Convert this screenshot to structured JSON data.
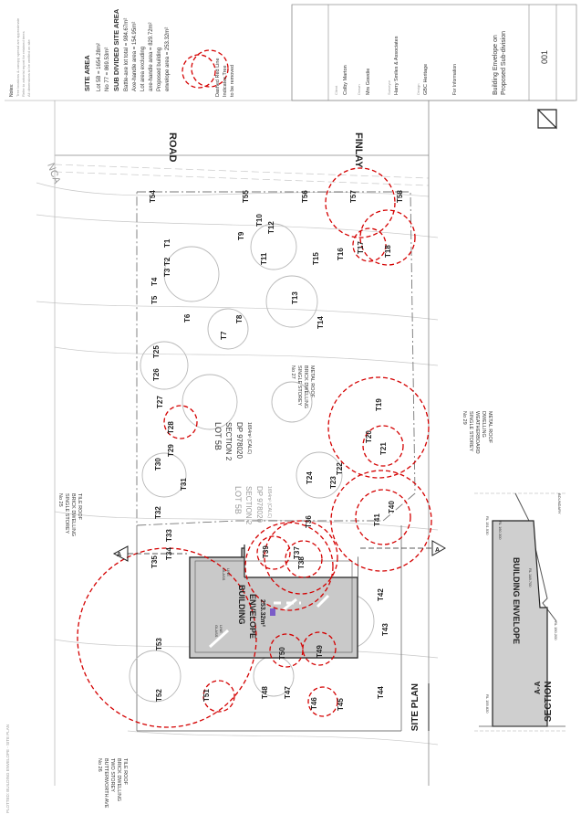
{
  "legend": {
    "notes_heading": "Notes:",
    "note_lines": [
      "Tree locations & canopy spread are approximate",
      "Refer to arborist report for retained trees",
      "All dimensions to be verified on site"
    ],
    "site_area_title": "SITE AREA",
    "lot_5b": "Lot 5B = 1654.28m²",
    "no_77": "No 77 = 869.53m²",
    "subdivided_title": "SUB DIVIDED SITE AREA",
    "battle_axe": "Battle-axe lot total = 984.67m²",
    "axe_handle": "Axe-handle area = 154.95m²",
    "lot_area_excl": "Lot area excluding",
    "axe_handle_area": "axe-handle area = 829.72m²",
    "proposed": "Proposed building",
    "envelope_area": "envelope area = 253.32m²",
    "tree_key_1": "Dashed Red Line",
    "tree_key_2": "Indicates Tree",
    "tree_key_3": "to be removed"
  },
  "title_block": {
    "client_label": "Client",
    "client": "Colby Marton",
    "drawn_label": "Drawn",
    "drawn": "Mrs Gowdie",
    "surveyor_label": "Surveyor",
    "surveyor": "Harry Smiles & Associates",
    "designer_label": "Design",
    "designer": "GBC Heritage",
    "info_label": "For Information",
    "project": "Building Envelope on",
    "project_line2": "Proposed Sub-division",
    "sheet": "001"
  },
  "roads": {
    "road": "ROAD",
    "finlay": "FINLAY",
    "side": "NCA"
  },
  "lots": {
    "lot_5b": "LOT 5B",
    "section_2": "SECTION 2",
    "dp": "DP 978020",
    "area": "1654m² (CALC)",
    "lot_5b_ghost": "LOT 5B",
    "section_2_ghost": "SECTION 2",
    "dp_ghost": "DP 978020",
    "area_ghost": "1654m² (CALC)"
  },
  "neighbours": {
    "n25_1": "No 25",
    "n25_2": "SINGLE STOREY",
    "n25_3": "BRICK DWELLING",
    "n25_4": "TILE ROOF",
    "n27_1": "No 27",
    "n27_2": "SINGLE STOREY",
    "n27_3": "BRICK DWELLING",
    "n27_4": "METAL ROOF",
    "n29_1": "No 29",
    "n29_2": "SINGLE STOREY",
    "n29_3": "WEATHERBOARD",
    "n29_4": "DWELLING",
    "n29_5": "METAL ROOF",
    "n26_1": "No 26",
    "n26_2": "BUTTERWORTH AVE",
    "n26_3": "TWO STOREY",
    "n26_4": "BRICK DWELLING",
    "n26_5": "TILE ROOF"
  },
  "envelope": {
    "title": "BUILDING",
    "title2": "ENVELOPE",
    "area": "253.32m²",
    "glass_1": "GLASS",
    "glass_1b": "LINE",
    "glass_2": "GLASS",
    "glass_2b": "LINE"
  },
  "site_plan_label": "SITE PLAN",
  "section": {
    "title": "BUILDING ENVELOPE",
    "rl_top": "RL 160.300",
    "rl_mid": "RL 148.700",
    "rl_left": "RL 151.530",
    "rl_bottom": "RL 155.820",
    "rl_right": "RL 150.200",
    "boundary": "BOUNDARY",
    "label": "SECTION",
    "aa": "A-A"
  },
  "section_markers": {
    "a1": "A",
    "a2": "A"
  },
  "trees": {
    "t1": "T1",
    "t2": "T2",
    "t3": "T3",
    "t4": "T4",
    "t5": "T5",
    "t6": "T6",
    "t7": "T7",
    "t8": "T8",
    "t9": "T9",
    "t10": "T10",
    "t11": "T11",
    "t12": "T12",
    "t13": "T13",
    "t14": "T14",
    "t15": "T15",
    "t16": "T16",
    "t17": "T17",
    "t18": "T18",
    "t19": "T19",
    "t20": "T20",
    "t21": "T21",
    "t22": "T22",
    "t23": "T23",
    "t24": "T24",
    "t25": "T25",
    "t26": "T26",
    "t27": "T27",
    "t28": "T28",
    "t29": "T29",
    "t30": "T30",
    "t31": "T31",
    "t32": "T32",
    "t33": "T33",
    "t34": "T34",
    "t35": "T35",
    "t36": "T36",
    "t37": "T37",
    "t38": "T38",
    "t39": "T39",
    "t40": "T40",
    "t41": "T41",
    "t42": "T42",
    "t43": "T43",
    "t44": "T44",
    "t45": "T45",
    "t46": "T46",
    "t47": "T47",
    "t48": "T48",
    "t49": "T49",
    "t50": "T50",
    "t51": "T51",
    "t52": "T52",
    "t53": "T53",
    "t54": "T54",
    "t55": "T55",
    "t56": "T56",
    "t57": "T57",
    "t58": "T58"
  },
  "footer_note": "PLOTTED: BUILDING ENVELOPE - SITE PLAN",
  "colors": {
    "removal": "#d40000",
    "envelope": "#c9c9c9",
    "line": "#222222"
  }
}
